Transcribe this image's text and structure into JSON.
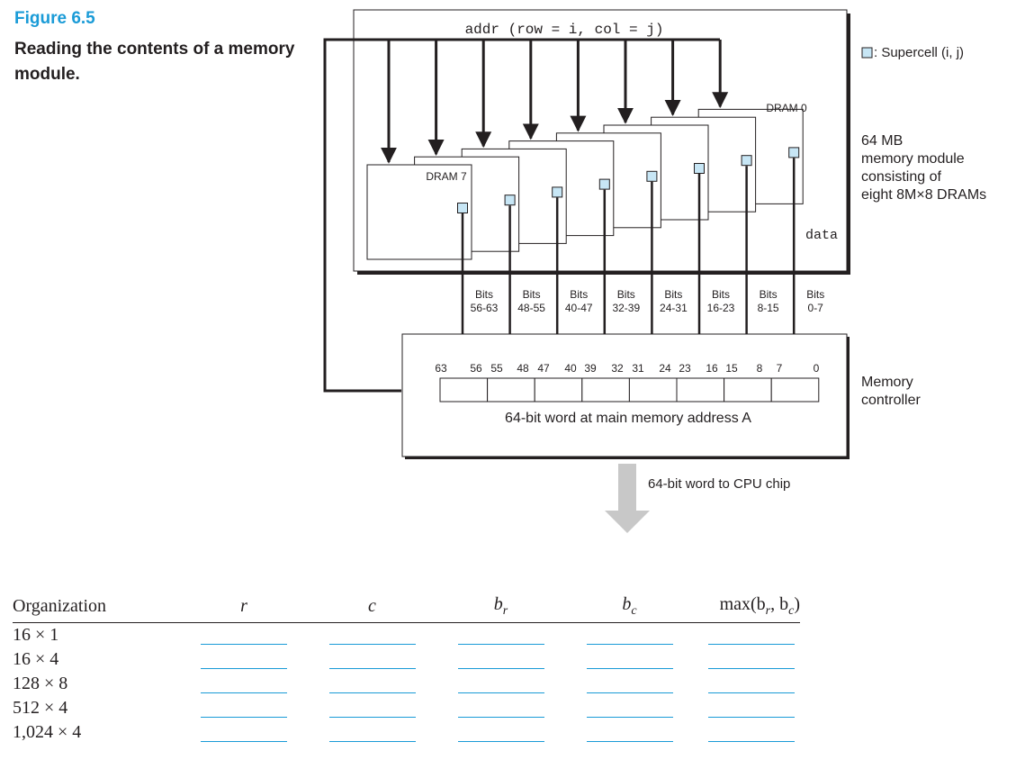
{
  "figure": {
    "number": "Figure 6.5",
    "caption": "Reading the contents of a memory module."
  },
  "diagram": {
    "addr_label": "addr (row = i, col = j)",
    "supercell_legend": ": Supercell (i, j)",
    "module_label_lines": [
      "64 MB",
      "memory module",
      "consisting of",
      "eight 8M×8 DRAMs"
    ],
    "data_label": "data",
    "dram_labels": [
      "DRAM 7",
      "DRAM 0"
    ],
    "bits_labels": [
      {
        "top": "Bits",
        "range": "56-63"
      },
      {
        "top": "Bits",
        "range": "48-55"
      },
      {
        "top": "Bits",
        "range": "40-47"
      },
      {
        "top": "Bits",
        "range": "32-39"
      },
      {
        "top": "Bits",
        "range": "24-31"
      },
      {
        "top": "Bits",
        "range": "16-23"
      },
      {
        "top": "Bits",
        "range": "8-15"
      },
      {
        "top": "Bits",
        "range": "0-7"
      }
    ],
    "bit_positions": [
      "63",
      "56",
      "55",
      "48",
      "47",
      "40",
      "39",
      "32",
      "31",
      "24",
      "23",
      "16",
      "15",
      "8",
      "7",
      "0"
    ],
    "word_label": "64-bit word at main memory address A",
    "controller_label_lines": [
      "Memory",
      "controller"
    ],
    "cpu_label": "64-bit word to CPU chip",
    "colors": {
      "supercell_fill": "#c7e6f5",
      "arrow_gray": "#c8c8c8",
      "accent": "#1a9bd7"
    }
  },
  "table": {
    "headers": [
      "Organization",
      "r",
      "c",
      "b",
      "b",
      "max(b",
      ", b",
      ")"
    ],
    "header_subscripts": [
      "r",
      "c"
    ],
    "rows": [
      "16 × 1",
      "16 × 4",
      "128 × 8",
      "512 × 4",
      "1,024 × 4"
    ]
  }
}
